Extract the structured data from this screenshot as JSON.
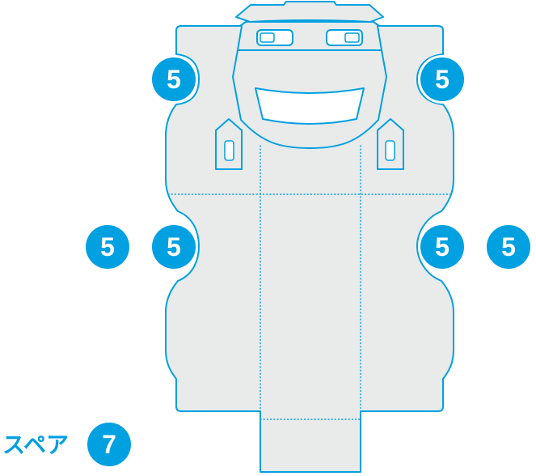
{
  "colors": {
    "accent": "#00A0E1",
    "shape_fill": "#E9EAEA",
    "badge_text": "#FFFFFF",
    "cutout": "#FFFFFF"
  },
  "diagram": {
    "spare_label": "スペア",
    "badges": [
      {
        "position": "top-left",
        "label": "5"
      },
      {
        "position": "top-right",
        "label": "5"
      },
      {
        "position": "middle-left-outer",
        "label": "5"
      },
      {
        "position": "middle-left-inner",
        "label": "5"
      },
      {
        "position": "middle-right-inner",
        "label": "5"
      },
      {
        "position": "middle-right-outer",
        "label": "5"
      },
      {
        "position": "bottom-spare",
        "label": "7"
      }
    ]
  }
}
